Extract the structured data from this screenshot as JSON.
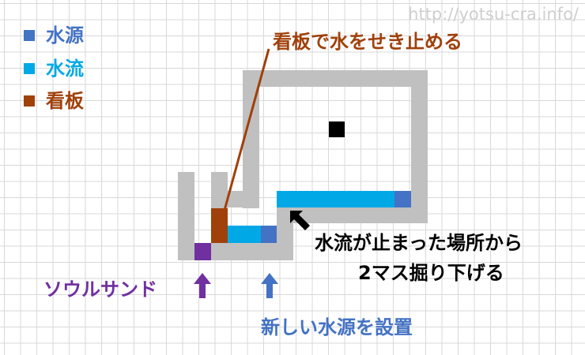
{
  "watermark": "http://yotsu-cra.info/",
  "legend": [
    {
      "label": "水源",
      "color": "#4472c4"
    },
    {
      "label": "水流",
      "color": "#00a9e6"
    },
    {
      "label": "看板",
      "color": "#a0400a"
    }
  ],
  "annotations": {
    "sign": "看板で水をせき止める",
    "stop_line1": "水流が止まった場所から",
    "stop_line2": "2マス掘り下げる",
    "soul_sand": "ソウルサンド",
    "new_source": "新しい水源を設置"
  },
  "colors": {
    "wall": "#c0c0c0",
    "soul_sand": "#7030a0",
    "soul_sand_text": "#7030a0",
    "new_source_text": "#4472c4",
    "sign_text": "#a0400a",
    "arrow_blue": "#4472c4",
    "arrow_purple": "#7030a0"
  }
}
